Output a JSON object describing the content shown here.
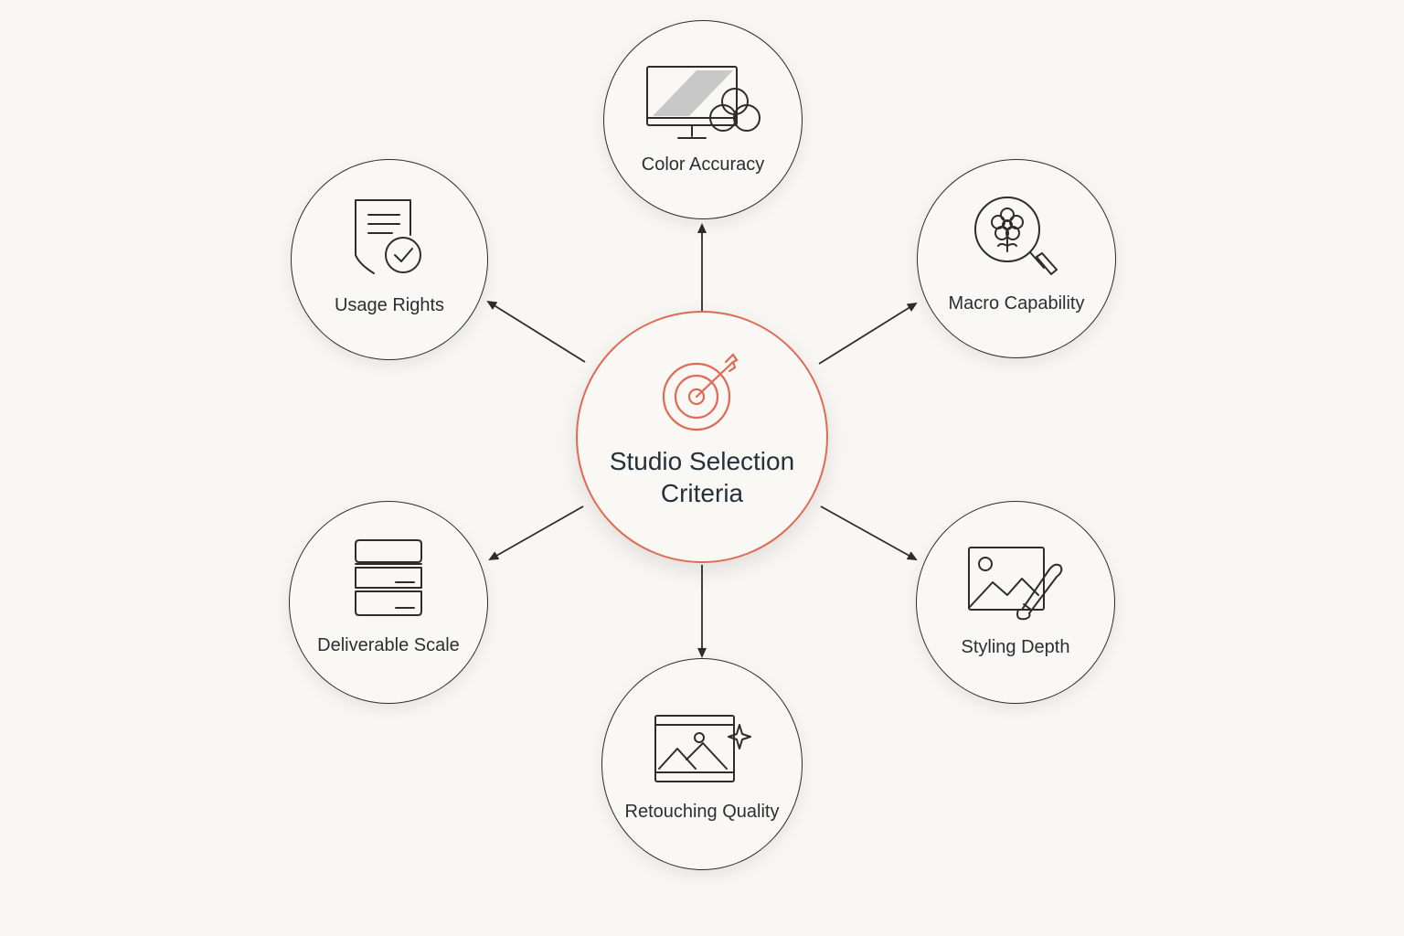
{
  "diagram": {
    "center": {
      "title_line1": "Studio Selection",
      "title_line2": "Criteria",
      "icon": "target-arrow-icon"
    },
    "nodes": [
      {
        "id": "color-accuracy",
        "label": "Color Accuracy",
        "icon": "monitor-color-icon"
      },
      {
        "id": "macro-capability",
        "label": "Macro Capability",
        "icon": "flower-magnifier-icon"
      },
      {
        "id": "styling-depth",
        "label": "Styling Depth",
        "icon": "image-brush-icon"
      },
      {
        "id": "retouching-quality",
        "label": "Retouching Quality",
        "icon": "image-sparkle-icon"
      },
      {
        "id": "deliverable-scale",
        "label": "Deliverable Scale",
        "icon": "stacked-servers-icon"
      },
      {
        "id": "usage-rights",
        "label": "Usage Rights",
        "icon": "document-check-icon"
      }
    ],
    "colors": {
      "accent": "#e06a55",
      "line": "#2d2d2d",
      "background": "#f8f7f4",
      "text": "#2a2f33"
    }
  }
}
